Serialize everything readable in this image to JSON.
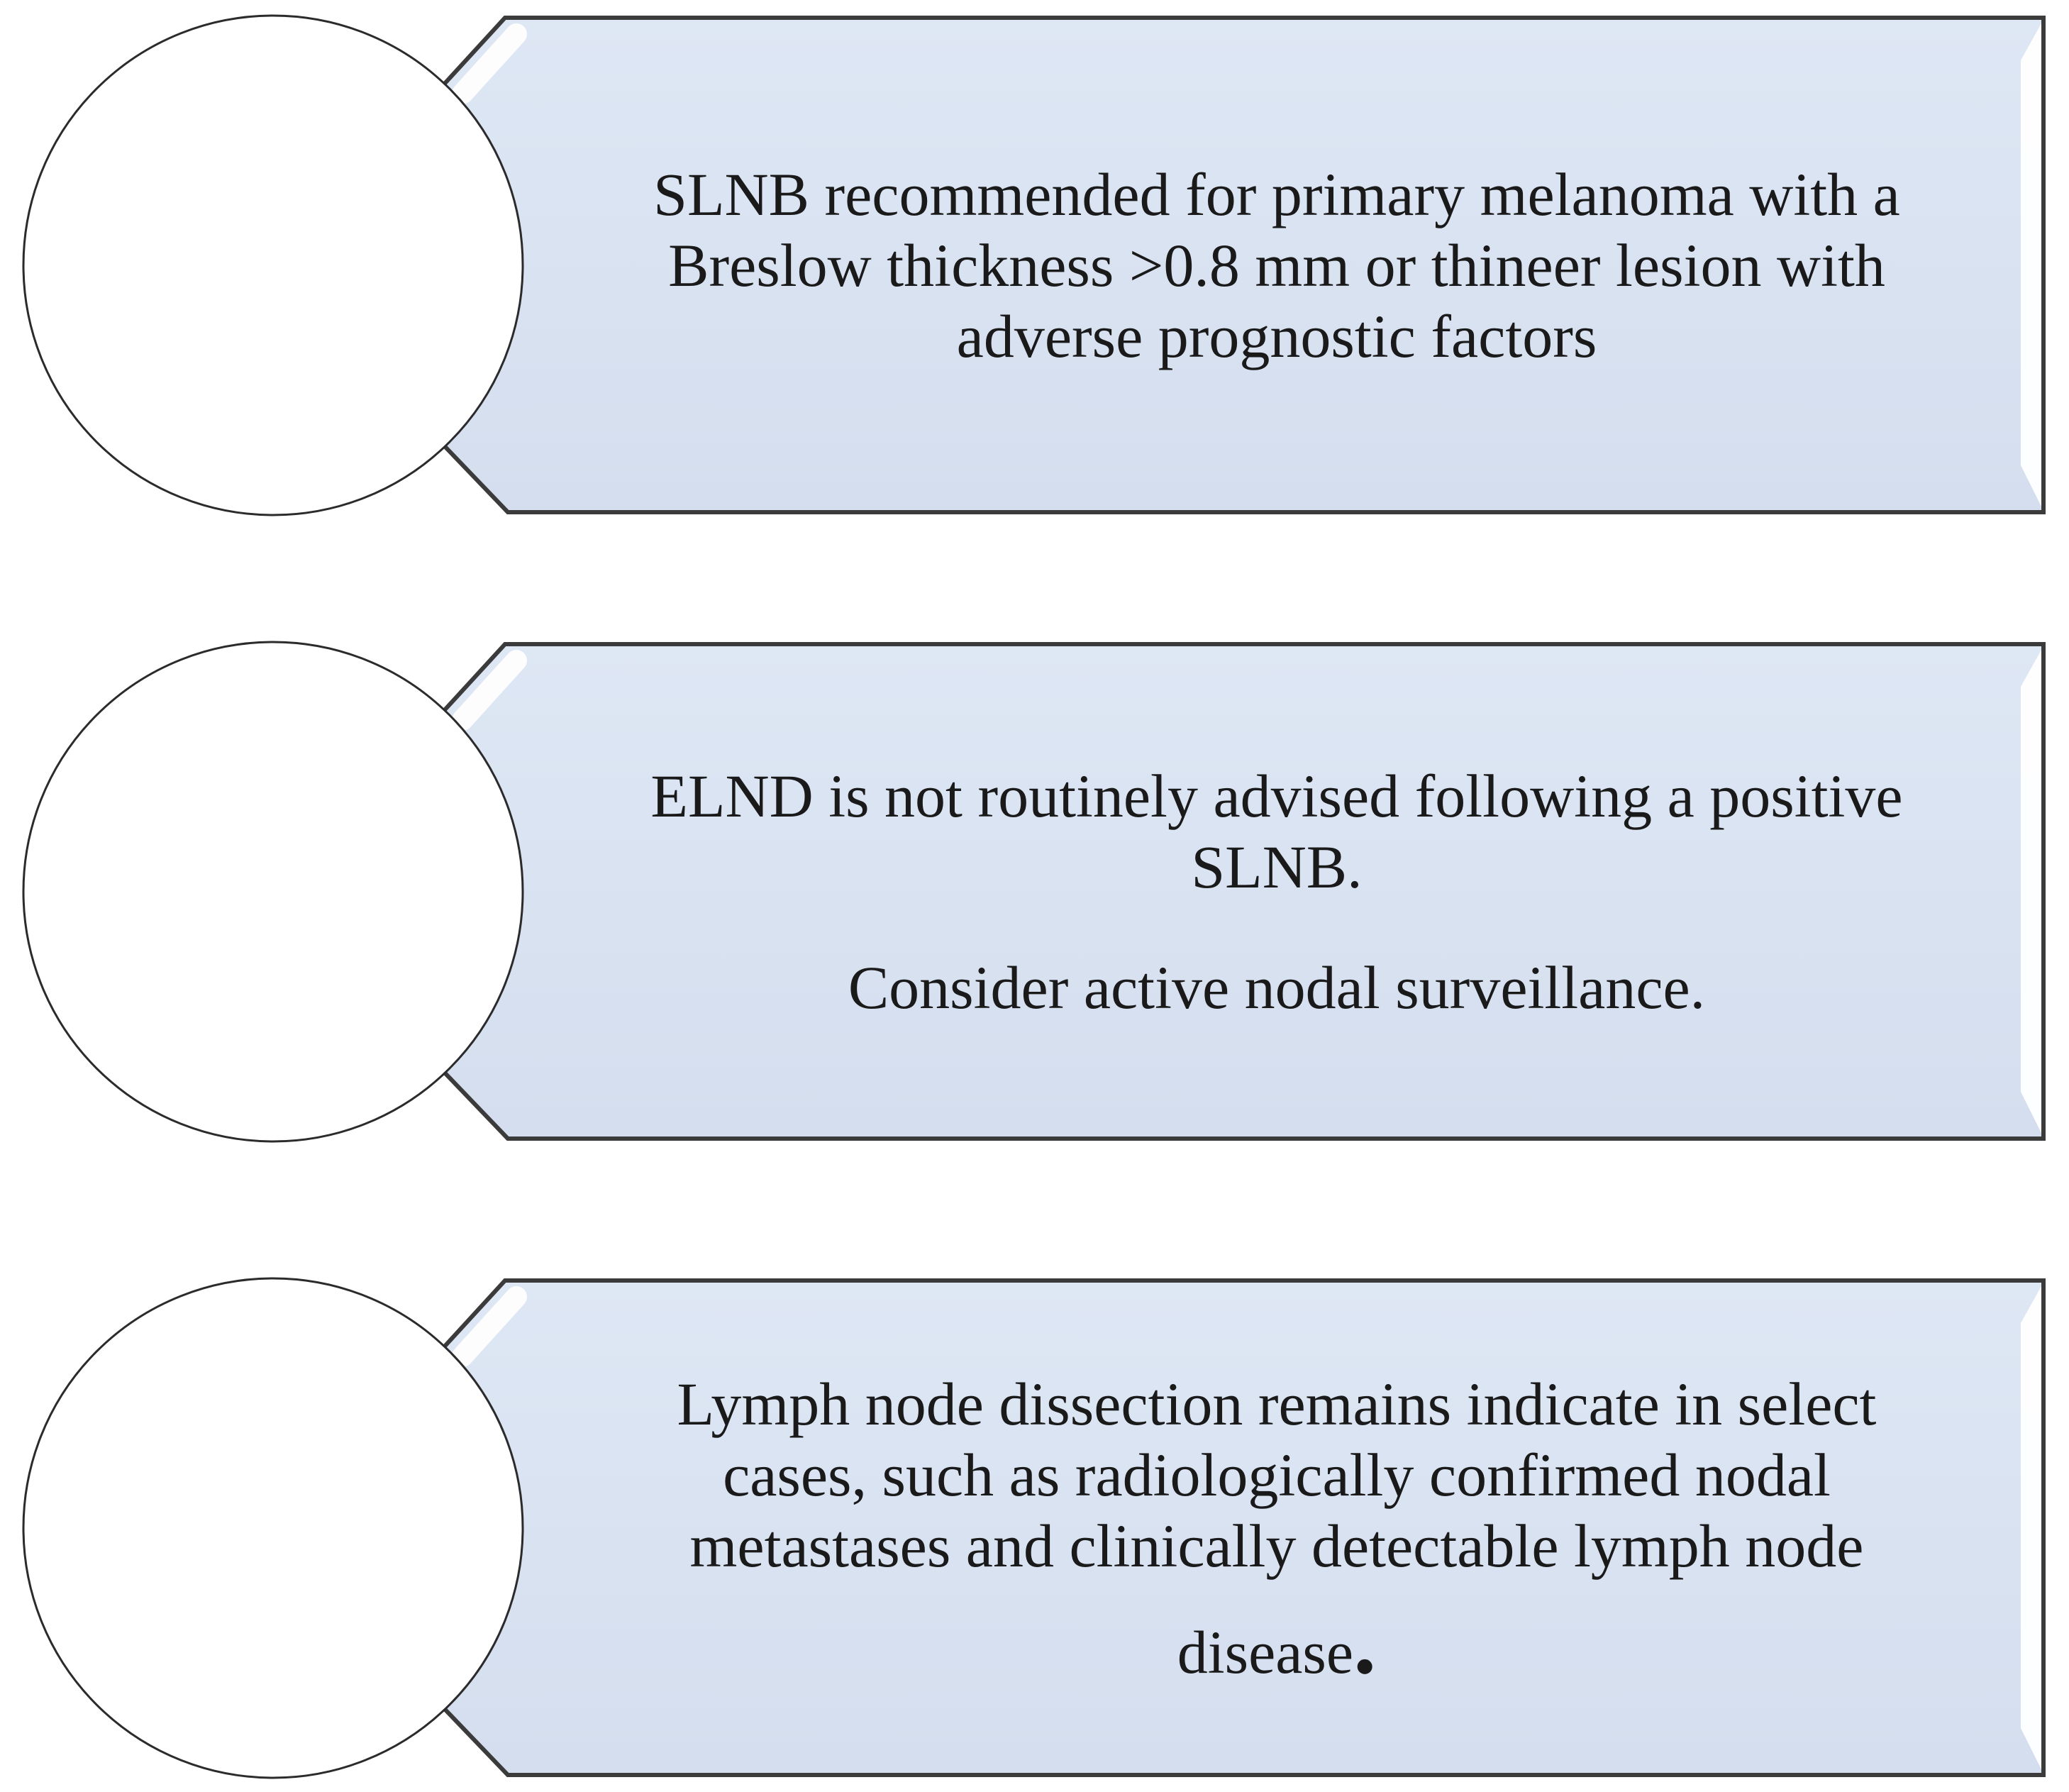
{
  "palette": {
    "background": "#ffffff",
    "banner_fill_top": "#dee7f4",
    "banner_fill_bottom": "#d4deee",
    "banner_border": "#3b3b3b",
    "circle_fill": "#ffffff",
    "circle_border": "#2b2b2b",
    "highlight": "#ffffff",
    "text_color": "#1a1a1a"
  },
  "steps": [
    {
      "lines": [
        "SLNB recommended for primary melanoma with a",
        "Breslow thickness >0.8 mm or thineer lesion with",
        "adverse prognostic factors"
      ]
    },
    {
      "lines": [
        "ELND is not routinely advised following a positive",
        "SLNB."
      ],
      "second_paragraph": "Consider active nodal surveillance."
    },
    {
      "lines": [
        "Lymph node dissection remains indicate in select",
        "cases, such as radiologically confirmed nodal",
        "metastases and clinically detectable lymph node"
      ],
      "tail_word": "disease",
      "tail_period": "."
    }
  ]
}
